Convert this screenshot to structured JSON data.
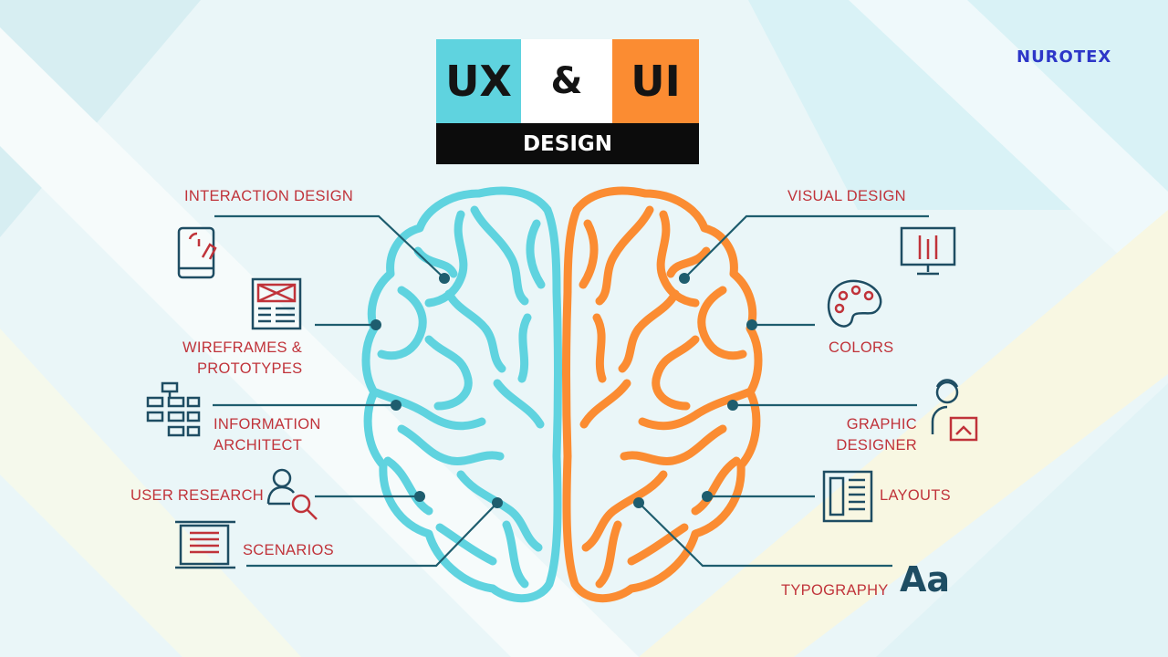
{
  "title": {
    "left": "UX",
    "ampersand": "&",
    "right": "UI",
    "subtitle": "DESIGN"
  },
  "brand": "NUROTEX",
  "ux_labels": {
    "interaction_design": "INTERACTION DESIGN",
    "wireframes_line1": "WIREFRAMES &",
    "wireframes_line2": "PROTOTYPES",
    "information_line1": "INFORMATION",
    "information_line2": "ARCHITECT",
    "user_research": "USER RESEARCH",
    "scenarios": "SCENARIOS"
  },
  "ui_labels": {
    "visual_design": "VISUAL DESIGN",
    "colors": "COLORS",
    "graphic_line1": "GRAPHIC",
    "graphic_line2": "DESIGNER",
    "layouts": "LAYOUTS",
    "typography": "TYPOGRAPHY",
    "typography_sample": "Aa"
  },
  "icons": {
    "interaction_design": "tablet-touch-icon",
    "wireframes": "wireframe-document-icon",
    "information_architect": "sitemap-icon",
    "user_research": "user-search-icon",
    "scenarios": "scroll-document-icon",
    "visual_design": "monitor-brushes-icon",
    "colors": "color-palette-icon",
    "graphic_designer": "designer-person-icon",
    "layouts": "layout-grid-icon"
  },
  "colors": {
    "ux_accent": "#5fd3df",
    "ui_accent": "#fb8c32",
    "label_red": "#c0333a",
    "connector_dark": "#1e5d6e",
    "brand_blue": "#2d37c8"
  }
}
